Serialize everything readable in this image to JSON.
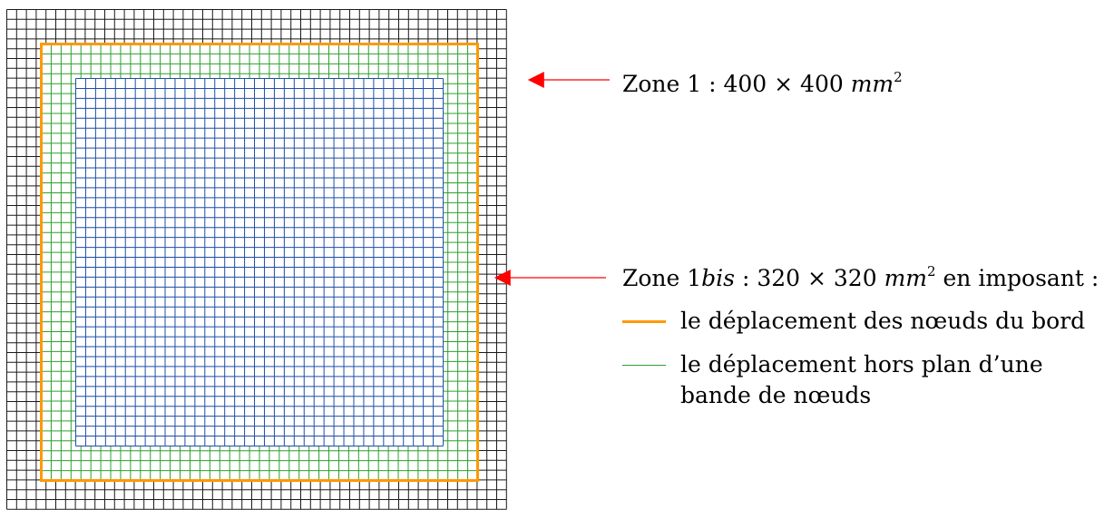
{
  "colors": {
    "outer_mesh": "#1a1a1a",
    "band_mesh": "#2ca02c",
    "inner_mesh": "#1f4fa6",
    "edge_border": "#ff9900",
    "arrow": "#ff0000"
  },
  "labels": {
    "zone1": {
      "prefix": "Zone 1 : 400 × 400 ",
      "unit": "mm",
      "exponent": "2"
    },
    "zone1bis": {
      "prefix": "Zone 1",
      "italic": "bis",
      "middle": " : 320 × 320 ",
      "unit": "mm",
      "exponent": "2",
      "suffix": " en imposant :"
    }
  },
  "legend": {
    "edge_nodes": "le déplacement des nœuds du bord",
    "band_nodes_line1": "le déplacement hors plan d’une",
    "band_nodes_line2": "bande de nœuds"
  }
}
